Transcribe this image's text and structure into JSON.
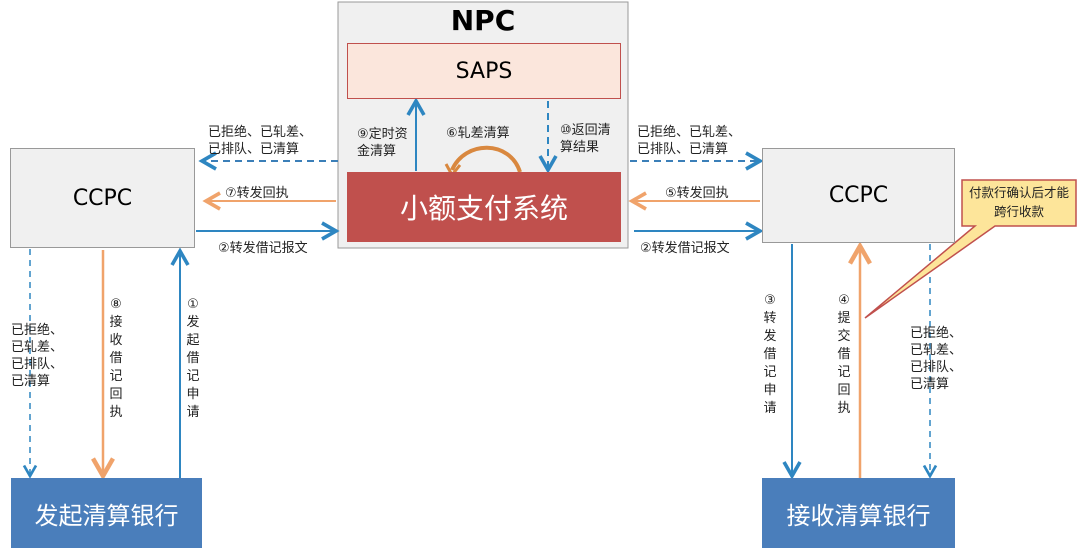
{
  "npc": {
    "title": "NPC",
    "saps": "SAPS",
    "core": "小额支付系统"
  },
  "left": {
    "ccpc": "CCPC",
    "bank": "发起清算银行",
    "status_h": "已拒绝、已轧差、\n已排队、已清算",
    "receipt": "⑦转发回执",
    "forward": "②转发借记报文",
    "status_v": "已拒绝、\n已轧差、\n已排队、\n已清算",
    "receive_receipt": "⑧接收借记回执",
    "initiate": "①发起借记申请"
  },
  "right": {
    "ccpc": "CCPC",
    "bank": "接收清算银行",
    "status_h": "已拒绝、已轧差、\n已排队、已清算",
    "receipt": "⑤转发回执",
    "forward": "②转发借记报文",
    "status_v": "已拒绝、\n已轧差、\n已排队、\n已清算",
    "forward_request": "③转发借记申请",
    "submit_receipt": "④提交借记回执"
  },
  "center": {
    "timed_settle": "⑨定时资\n金清算",
    "netting": "⑥轧差清算",
    "return_result": "⑩返回清\n算结果"
  },
  "callout": "付款行确认后才能跨行收款",
  "colors": {
    "blue": "#2e86c1",
    "orange": "#f0a36b",
    "red": "#c0504d",
    "bank": "#4a7ebb",
    "note": "#fde59a"
  }
}
